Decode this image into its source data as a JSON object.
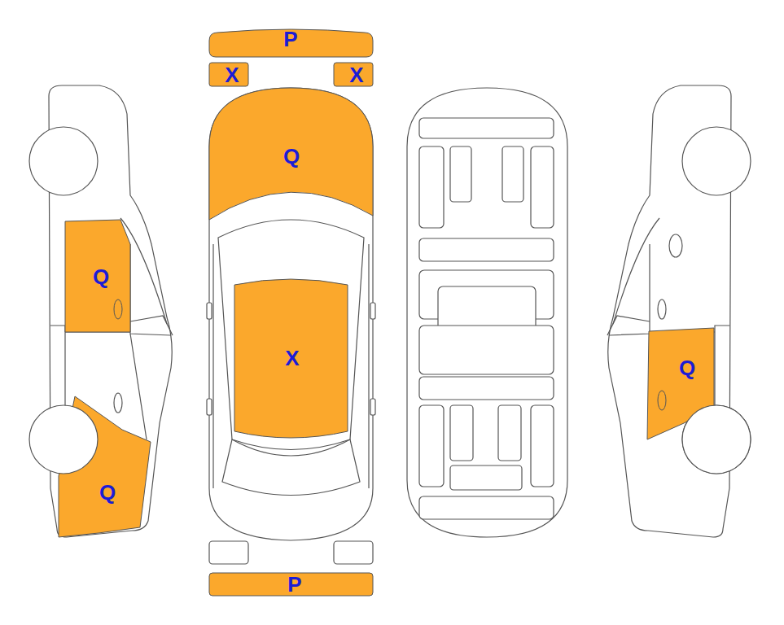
{
  "diagram": {
    "nodes": [
      {
        "text": [
          "P"
        ]
      },
      {
        "text": [
          "X"
        ]
      },
      {
        "text": [
          "X"
        ]
      },
      {
        "text": [
          "Q"
        ]
      },
      {
        "text": [
          "Q"
        ]
      },
      {
        "text": [
          "X"
        ]
      },
      {
        "text": [
          "Q"
        ]
      },
      {
        "text": [
          "Q"
        ]
      },
      {
        "text": [
          "P"
        ]
      }
    ]
  }
}
